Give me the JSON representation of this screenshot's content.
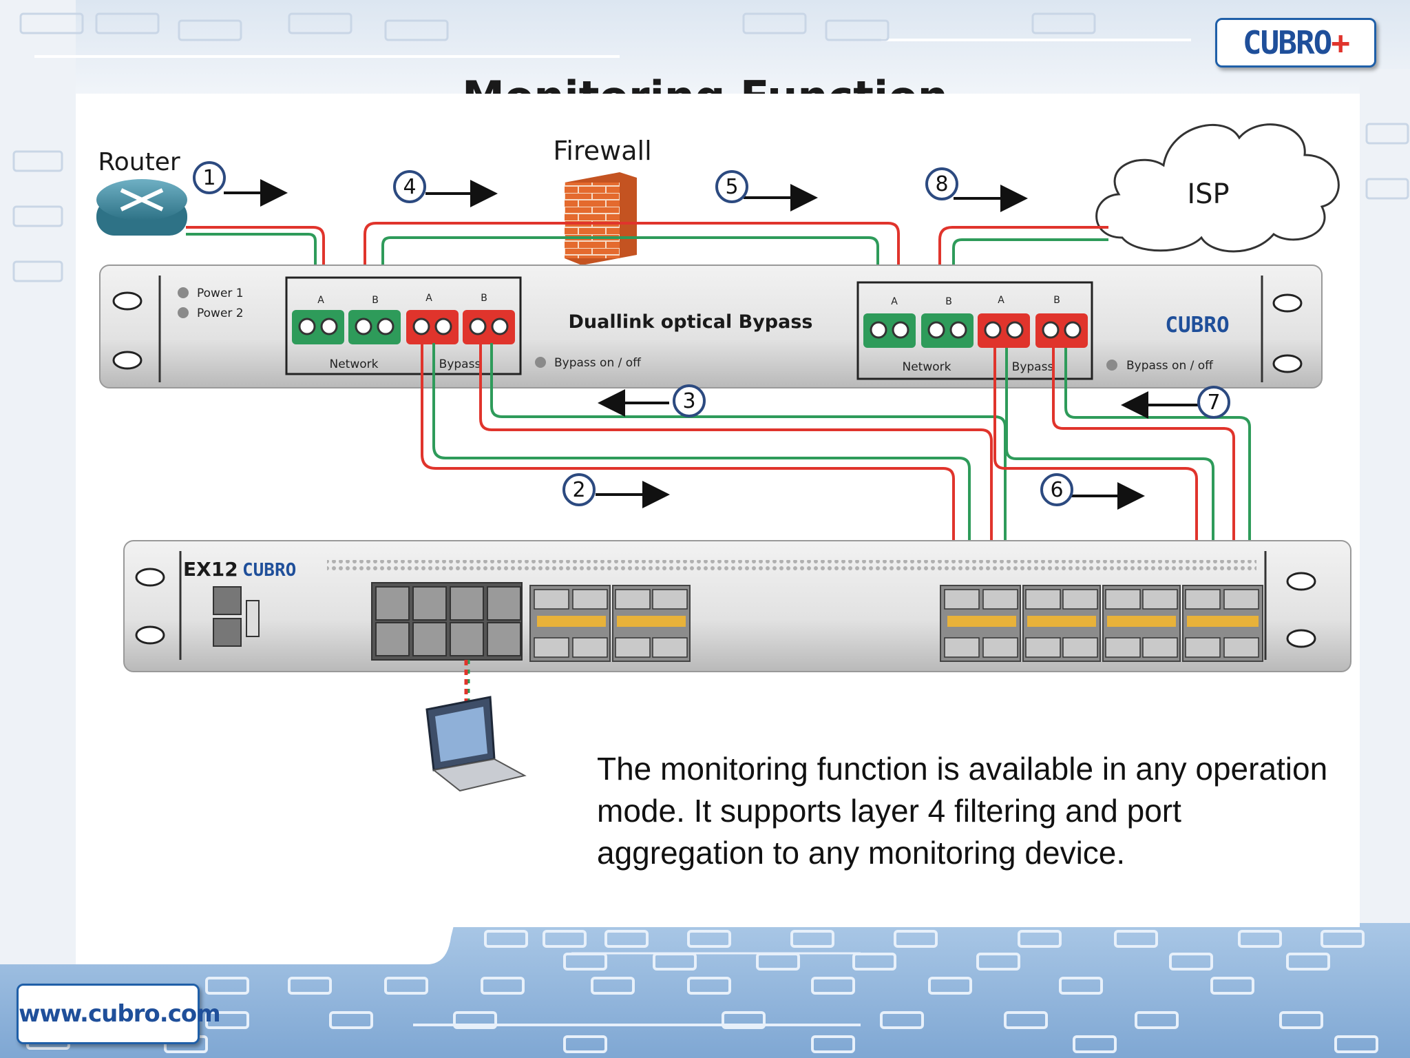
{
  "title": "Monitoring Function",
  "description": "The monitoring function is available in any operation mode. It supports layer 4 filtering and port aggregation to any monitoring device.",
  "brand": {
    "logo": "CUBRO",
    "website": "www.cubro.com"
  },
  "devices": {
    "router": "Router",
    "firewall": "Firewall",
    "isp": "ISP"
  },
  "bypass_device": {
    "name": "Duallink optical Bypass",
    "power1": "Power 1",
    "power2": "Power 2",
    "network": "Network",
    "bypass": "Bypass",
    "bypass_switch": "Bypass on / off",
    "port_a": "A",
    "port_b": "B",
    "logo": "CUBRO"
  },
  "switch_device": {
    "model": "EX12",
    "logo": "CUBRO"
  },
  "steps": [
    "1",
    "2",
    "3",
    "4",
    "5",
    "6",
    "7",
    "8"
  ],
  "colors": {
    "red_link": "#e0342c",
    "green_link": "#2e9b5a",
    "step_ring": "#2c4a80",
    "logo_blue": "#1f4f9a"
  }
}
